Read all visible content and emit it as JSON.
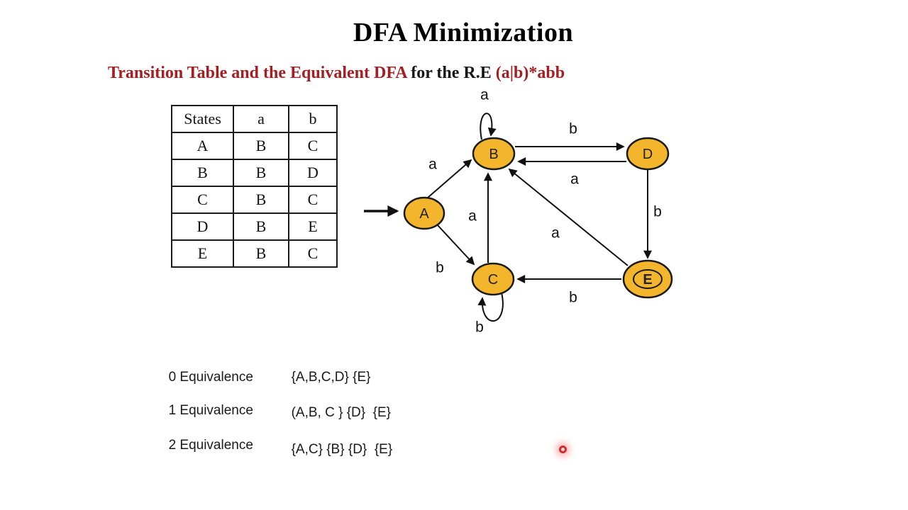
{
  "slide": {
    "title": "DFA Minimization",
    "subtitle": {
      "red_lead": "Transition Table and the Equivalent DFA",
      "black_mid": " for the R.E ",
      "red_tail": "(a|b)*abb"
    }
  },
  "transition_table": {
    "headers": [
      "States",
      "a",
      "b"
    ],
    "rows": [
      [
        "A",
        "B",
        "C"
      ],
      [
        "B",
        "B",
        "D"
      ],
      [
        "C",
        "B",
        "C"
      ],
      [
        "D",
        "B",
        "E"
      ],
      [
        "E",
        "B",
        "C"
      ]
    ]
  },
  "dfa": {
    "states": [
      {
        "id": "A",
        "label": "A",
        "start": true,
        "accepting": false
      },
      {
        "id": "B",
        "label": "B",
        "start": false,
        "accepting": false
      },
      {
        "id": "C",
        "label": "C",
        "start": false,
        "accepting": false
      },
      {
        "id": "D",
        "label": "D",
        "start": false,
        "accepting": false
      },
      {
        "id": "E",
        "label": "E",
        "start": false,
        "accepting": true
      }
    ],
    "edges": [
      {
        "from": "A",
        "to": "B",
        "symbol": "a"
      },
      {
        "from": "A",
        "to": "C",
        "symbol": "b"
      },
      {
        "from": "B",
        "to": "B",
        "symbol": "a"
      },
      {
        "from": "B",
        "to": "D",
        "symbol": "b"
      },
      {
        "from": "D",
        "to": "B",
        "symbol": "a"
      },
      {
        "from": "D",
        "to": "E",
        "symbol": "b"
      },
      {
        "from": "C",
        "to": "B",
        "symbol": "a"
      },
      {
        "from": "E",
        "to": "B",
        "symbol": "a"
      },
      {
        "from": "E",
        "to": "C",
        "symbol": "b"
      },
      {
        "from": "C",
        "to": "C",
        "symbol": "b"
      }
    ]
  },
  "equivalences": [
    {
      "label": "0 Equivalence",
      "sets": "{A,B,C,D} {E}"
    },
    {
      "label": "1 Equivalence",
      "sets": "(A,B, C } {D}  {E}"
    },
    {
      "label": "2 Equivalence",
      "sets": "{A,C} {B} {D}  {E}"
    }
  ],
  "colors": {
    "state_fill": "#f3b52b",
    "state_stroke": "#1a1a1a",
    "subtitle_red": "#a51e22",
    "laser_red": "#cf2e2e"
  }
}
